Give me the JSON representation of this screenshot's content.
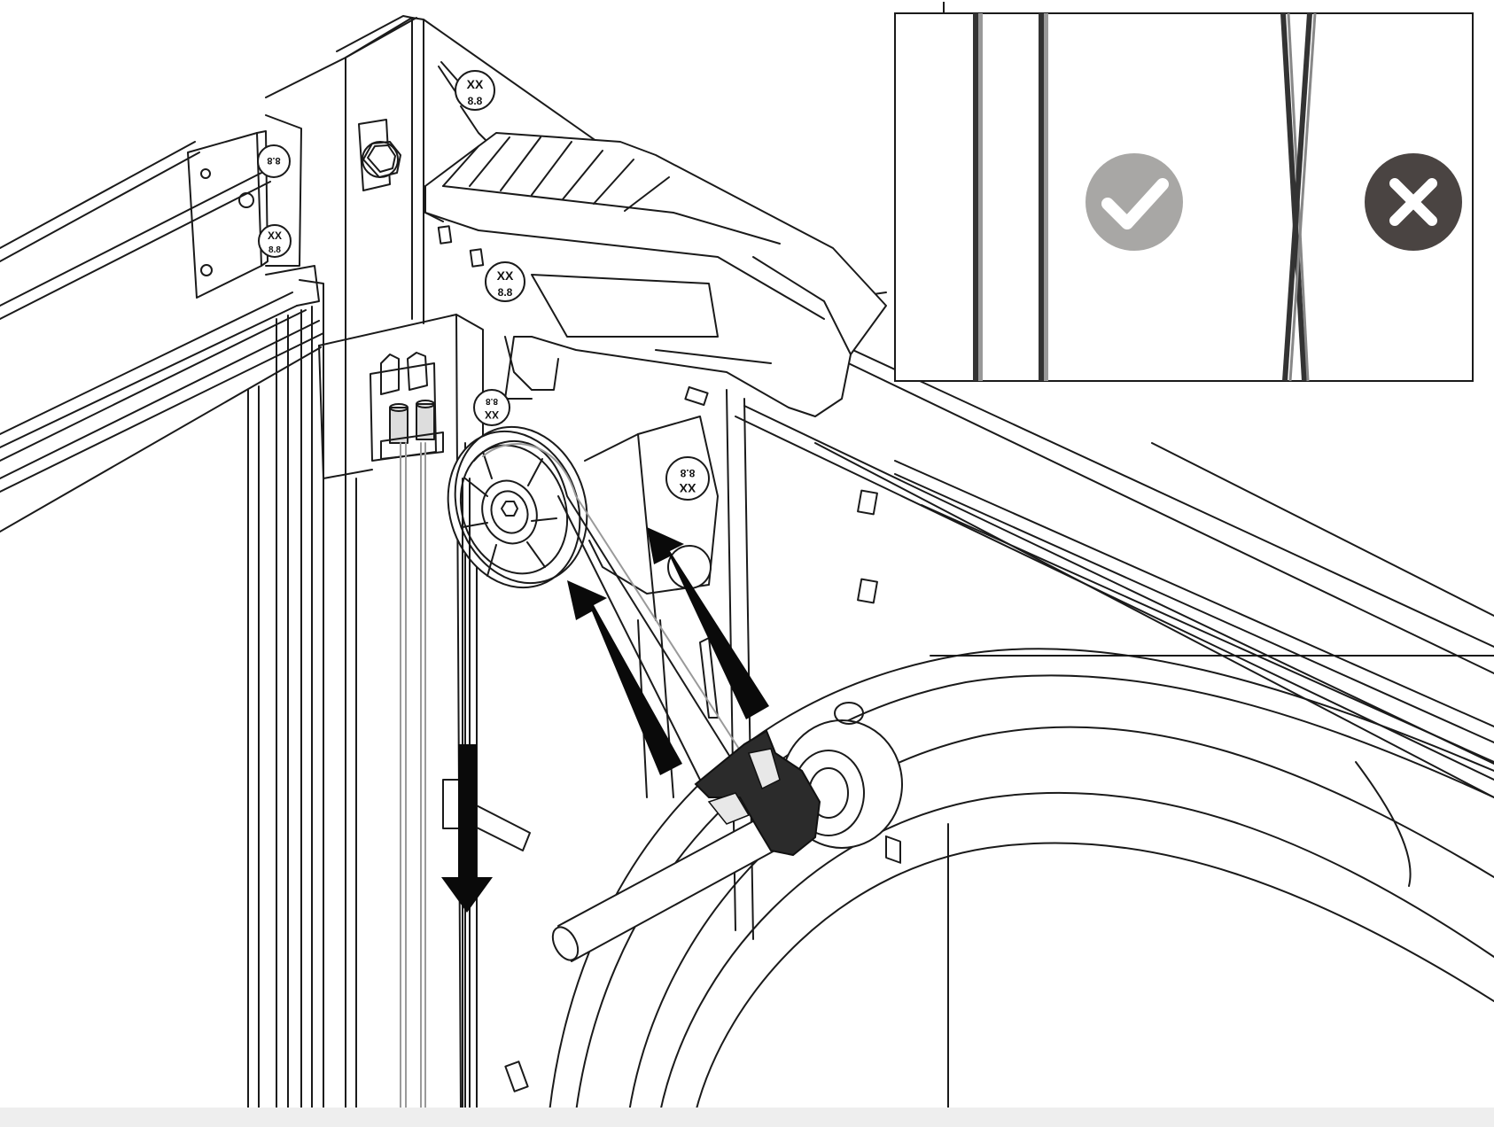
{
  "bolt_marking": {
    "grade_top": "XX",
    "grade_bottom": "8.8"
  },
  "inset": {
    "correct_symbol": "checkmark-icon",
    "wrong_symbol": "cross-icon",
    "correct_color": "#a8a7a5",
    "wrong_color": "#4a4442"
  },
  "arrows": {
    "color": "#0a0a0a",
    "directions": [
      "down",
      "up",
      "up"
    ]
  },
  "colors": {
    "line": "#1a1a1a",
    "cable_light": "#9a9a9a",
    "clip": "#2b2b2b",
    "background": "#ffffff"
  }
}
